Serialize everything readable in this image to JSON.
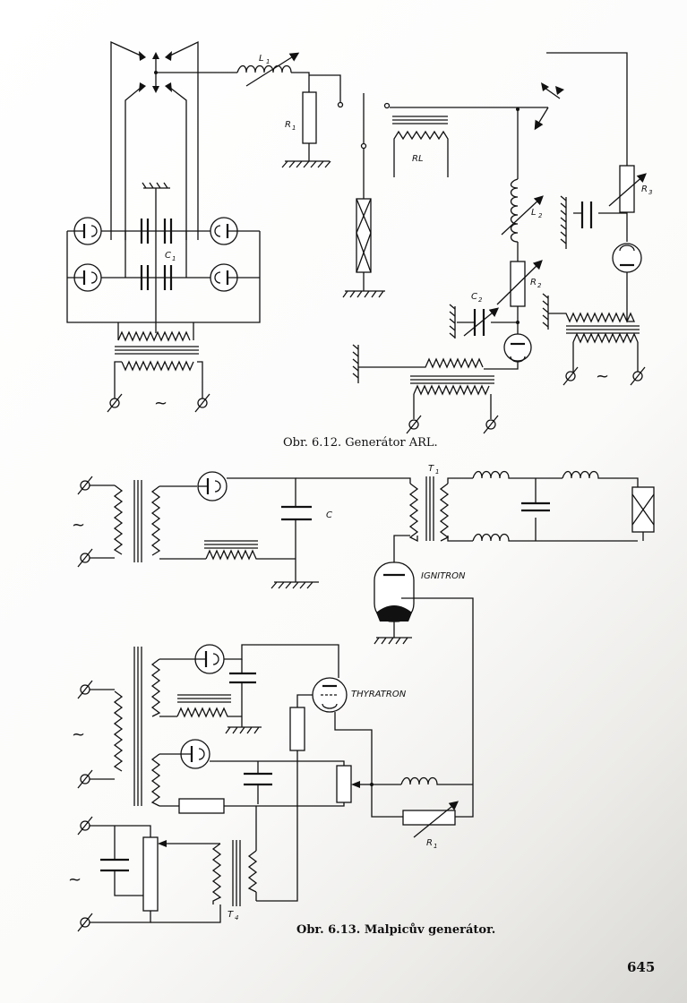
{
  "figure_6_12": {
    "caption": "Obr. 6.12. Generátor ARL.",
    "labels": {
      "L1": "L",
      "L1_sub": "1",
      "R1": "R",
      "R1_sub": "1",
      "C1": "C",
      "C1_sub": "1",
      "RL": "RL",
      "L2": "L",
      "L2_sub": "2",
      "R2": "R",
      "R2_sub": "2",
      "C2": "C",
      "C2_sub": "2",
      "R3": "R",
      "R3_sub": "3",
      "ac_symbol": "~"
    }
  },
  "figure_6_13": {
    "caption": "Obr. 6.13. Malpicův generátor.",
    "labels": {
      "T1": "T",
      "T1_sub": "1",
      "C": "C",
      "ignitron": "IGNITRON",
      "thyratron": "THYRATRON",
      "R1": "R",
      "R1_sub": "1",
      "T4": "T",
      "T4_sub": "4",
      "ac_symbol": "~"
    }
  },
  "page_number": "645"
}
